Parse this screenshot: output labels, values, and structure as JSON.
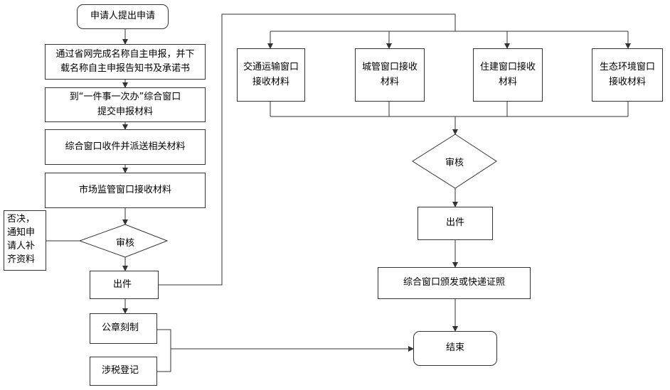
{
  "nodes": {
    "start": "申请人提出申请",
    "step1_line1": "通过省网完成名称自主申报，并下",
    "step1_line2": "载名称自主申报告知书及承诺书",
    "step2_line1": "到“一件事一次办”综合窗口",
    "step2_line2": "提交申报材料",
    "step3": "综合窗口收件并派送相关材料",
    "step4": "市场监管窗口接收材料",
    "review_left": "审核",
    "reject_line1": "否决，",
    "reject_line2": "通知申",
    "reject_line3": "请人补",
    "reject_line4": "齐资料",
    "issue_left": "出件",
    "seal": "公章刻制",
    "tax": "涉税登记",
    "traffic_line1": "交通运输窗口",
    "traffic_line2": "接收材料",
    "urban_line1": "城管窗口接收",
    "urban_line2": "材料",
    "housing_line1": "住建窗口接收",
    "housing_line2": "材料",
    "eco_line1": "生态环境窗口",
    "eco_line2": "接收材料",
    "review_right": "审核",
    "issue_right": "出件",
    "deliver": "综合窗口颁发或快递证照",
    "end": "结束"
  },
  "colors": {
    "line": "#333333",
    "fill": "#ffffff",
    "text": "#000000"
  }
}
